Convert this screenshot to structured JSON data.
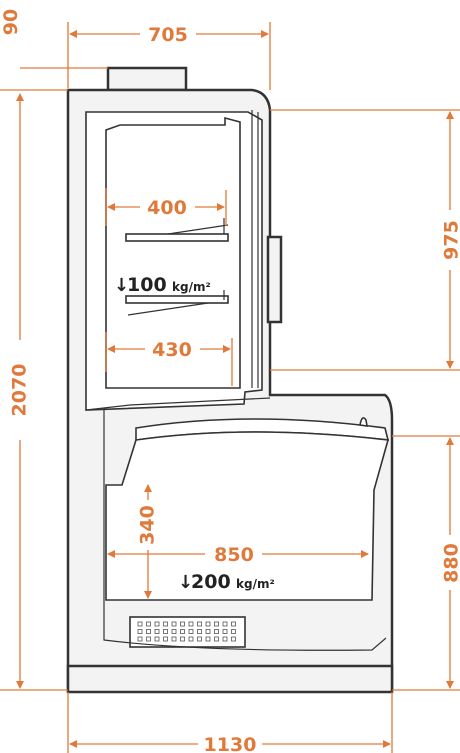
{
  "colors": {
    "dimension": "#e07a3a",
    "outline": "#333333",
    "fill": "#f3f3f3"
  },
  "dimensions": {
    "overall_width_top": "705",
    "top_offset": "90",
    "total_height": "2070",
    "upper_height": "975",
    "shelf_depth_upper": "400",
    "shelf_depth_lower": "430",
    "lower_depth": "850",
    "lower_height": "340",
    "lower_section_height": "880",
    "overall_width_bottom": "1130"
  },
  "loads": {
    "shelf_load_value": "100",
    "shelf_load_unit": "kg/m²",
    "base_load_value": "200",
    "base_load_unit": "kg/m²",
    "arrow": "↓"
  }
}
